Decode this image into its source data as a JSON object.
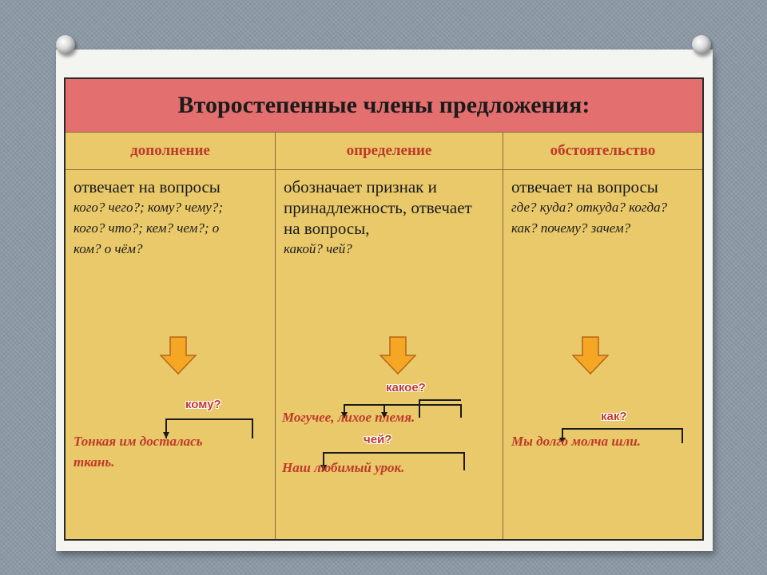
{
  "title": "Второстепенные члены предложения:",
  "columns": [
    {
      "header": "дополнение",
      "description": "отвечает на вопросы",
      "questions": "кого? чего?; кому? чему?; кого? что?; кем? чем?; о ком? о чём?",
      "example_question": "кому?",
      "example_lines": [
        "Тонкая им досталась",
        "ткань."
      ]
    },
    {
      "header": "определение",
      "description": "обозначает признак и принадлежность, отвечает на вопросы,",
      "questions": "какой? чей?",
      "example_question_1": "какое?",
      "example_1": "Могучее, лихое племя.",
      "example_question_2": "чей?",
      "example_2": "Наш любимый урок."
    },
    {
      "header": "обстоятельство",
      "description": "отвечает на вопросы",
      "questions": "где? куда? откуда? когда? как? почему? зачем?",
      "example_question": "как?",
      "example": "Мы долго молча шли."
    }
  ],
  "colors": {
    "title_bg": "#e46f6f",
    "cell_bg": "#e9c96a",
    "accent_red": "#c0392b",
    "arrow_fill": "#f5a623"
  },
  "icons": [
    "pushpin-icon",
    "down-arrow-icon",
    "bracket-icon"
  ]
}
